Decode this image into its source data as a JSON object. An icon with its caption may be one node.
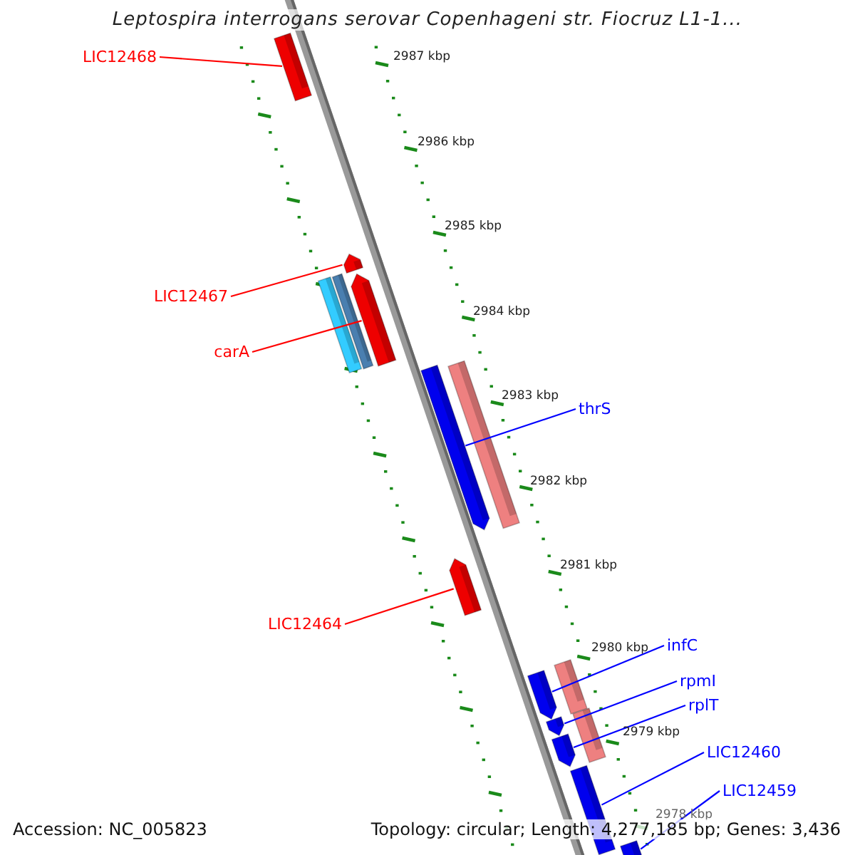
{
  "diagram": {
    "title": "Leptospira interrogans serovar Copenhageni str. Fiocruz L1-1...",
    "nodes": [
      {
        "text": [
          "LIC12468"
        ]
      },
      {
        "text": [
          "LIC12467"
        ]
      },
      {
        "text": [
          "carA"
        ]
      },
      {
        "text": [
          "thrS"
        ]
      },
      {
        "text": [
          "LIC12464"
        ]
      },
      {
        "text": [
          "infC"
        ]
      },
      {
        "text": [
          "rpmI"
        ]
      },
      {
        "text": [
          "rplT"
        ]
      },
      {
        "text": [
          "LIC12460"
        ]
      },
      {
        "text": [
          "LIC12459"
        ]
      },
      {
        "text": [],
        "shape": "bar"
      },
      {
        "text": [],
        "shape": "bar"
      },
      {
        "text": [],
        "shape": "bar"
      },
      {
        "text": [],
        "shape": "bar"
      },
      {
        "text": [],
        "shape": "bar"
      },
      {
        "text": [],
        "shape": "bar"
      },
      {
        "text": [],
        "shape": "bar"
      },
      {
        "text": [],
        "shape": "bar"
      },
      {
        "text": [],
        "shape": "bar"
      },
      {
        "text": [],
        "shape": "bar"
      },
      {
        "text": [],
        "shape": "bar"
      },
      {
        "text": [],
        "shape": "bar"
      },
      {
        "text": [],
        "shape": "bar"
      },
      {
        "text": [],
        "shape": "bar"
      },
      {
        "text": [],
        "shape": "bar"
      }
    ],
    "edges": [
      {
        "from": 0,
        "to": 10,
        "arrow": "none",
        "color": "#ff0000"
      },
      {
        "from": 1,
        "to": 11,
        "arrow": "none",
        "color": "#ff0000"
      },
      {
        "from": 2,
        "to": 14,
        "arrow": "none",
        "color": "#ff0000"
      },
      {
        "from": 3,
        "to": 15,
        "arrow": "none"
      },
      {
        "from": 4,
        "to": 17,
        "arrow": "none",
        "color": "#ff0000"
      },
      {
        "from": 5,
        "to": 18,
        "arrow": "none"
      },
      {
        "from": 6,
        "to": 20,
        "arrow": "none"
      },
      {
        "from": 7,
        "to": 22,
        "arrow": "none"
      },
      {
        "from": 8,
        "to": 23,
        "arrow": "none"
      },
      {
        "from": 9,
        "to": 24,
        "arrow": "none"
      }
    ],
    "labels": [
      "2987 kbp",
      "2986 kbp",
      "2985 kbp",
      "2984 kbp",
      "2983 kbp",
      "2982 kbp",
      "2981 kbp",
      "2980 kbp",
      "2979 kbp",
      "2978 kbp",
      "Accession: NC_005823",
      "Topology: circular; Length: 4,277,185 bp; Genes: 3,436"
    ]
  }
}
